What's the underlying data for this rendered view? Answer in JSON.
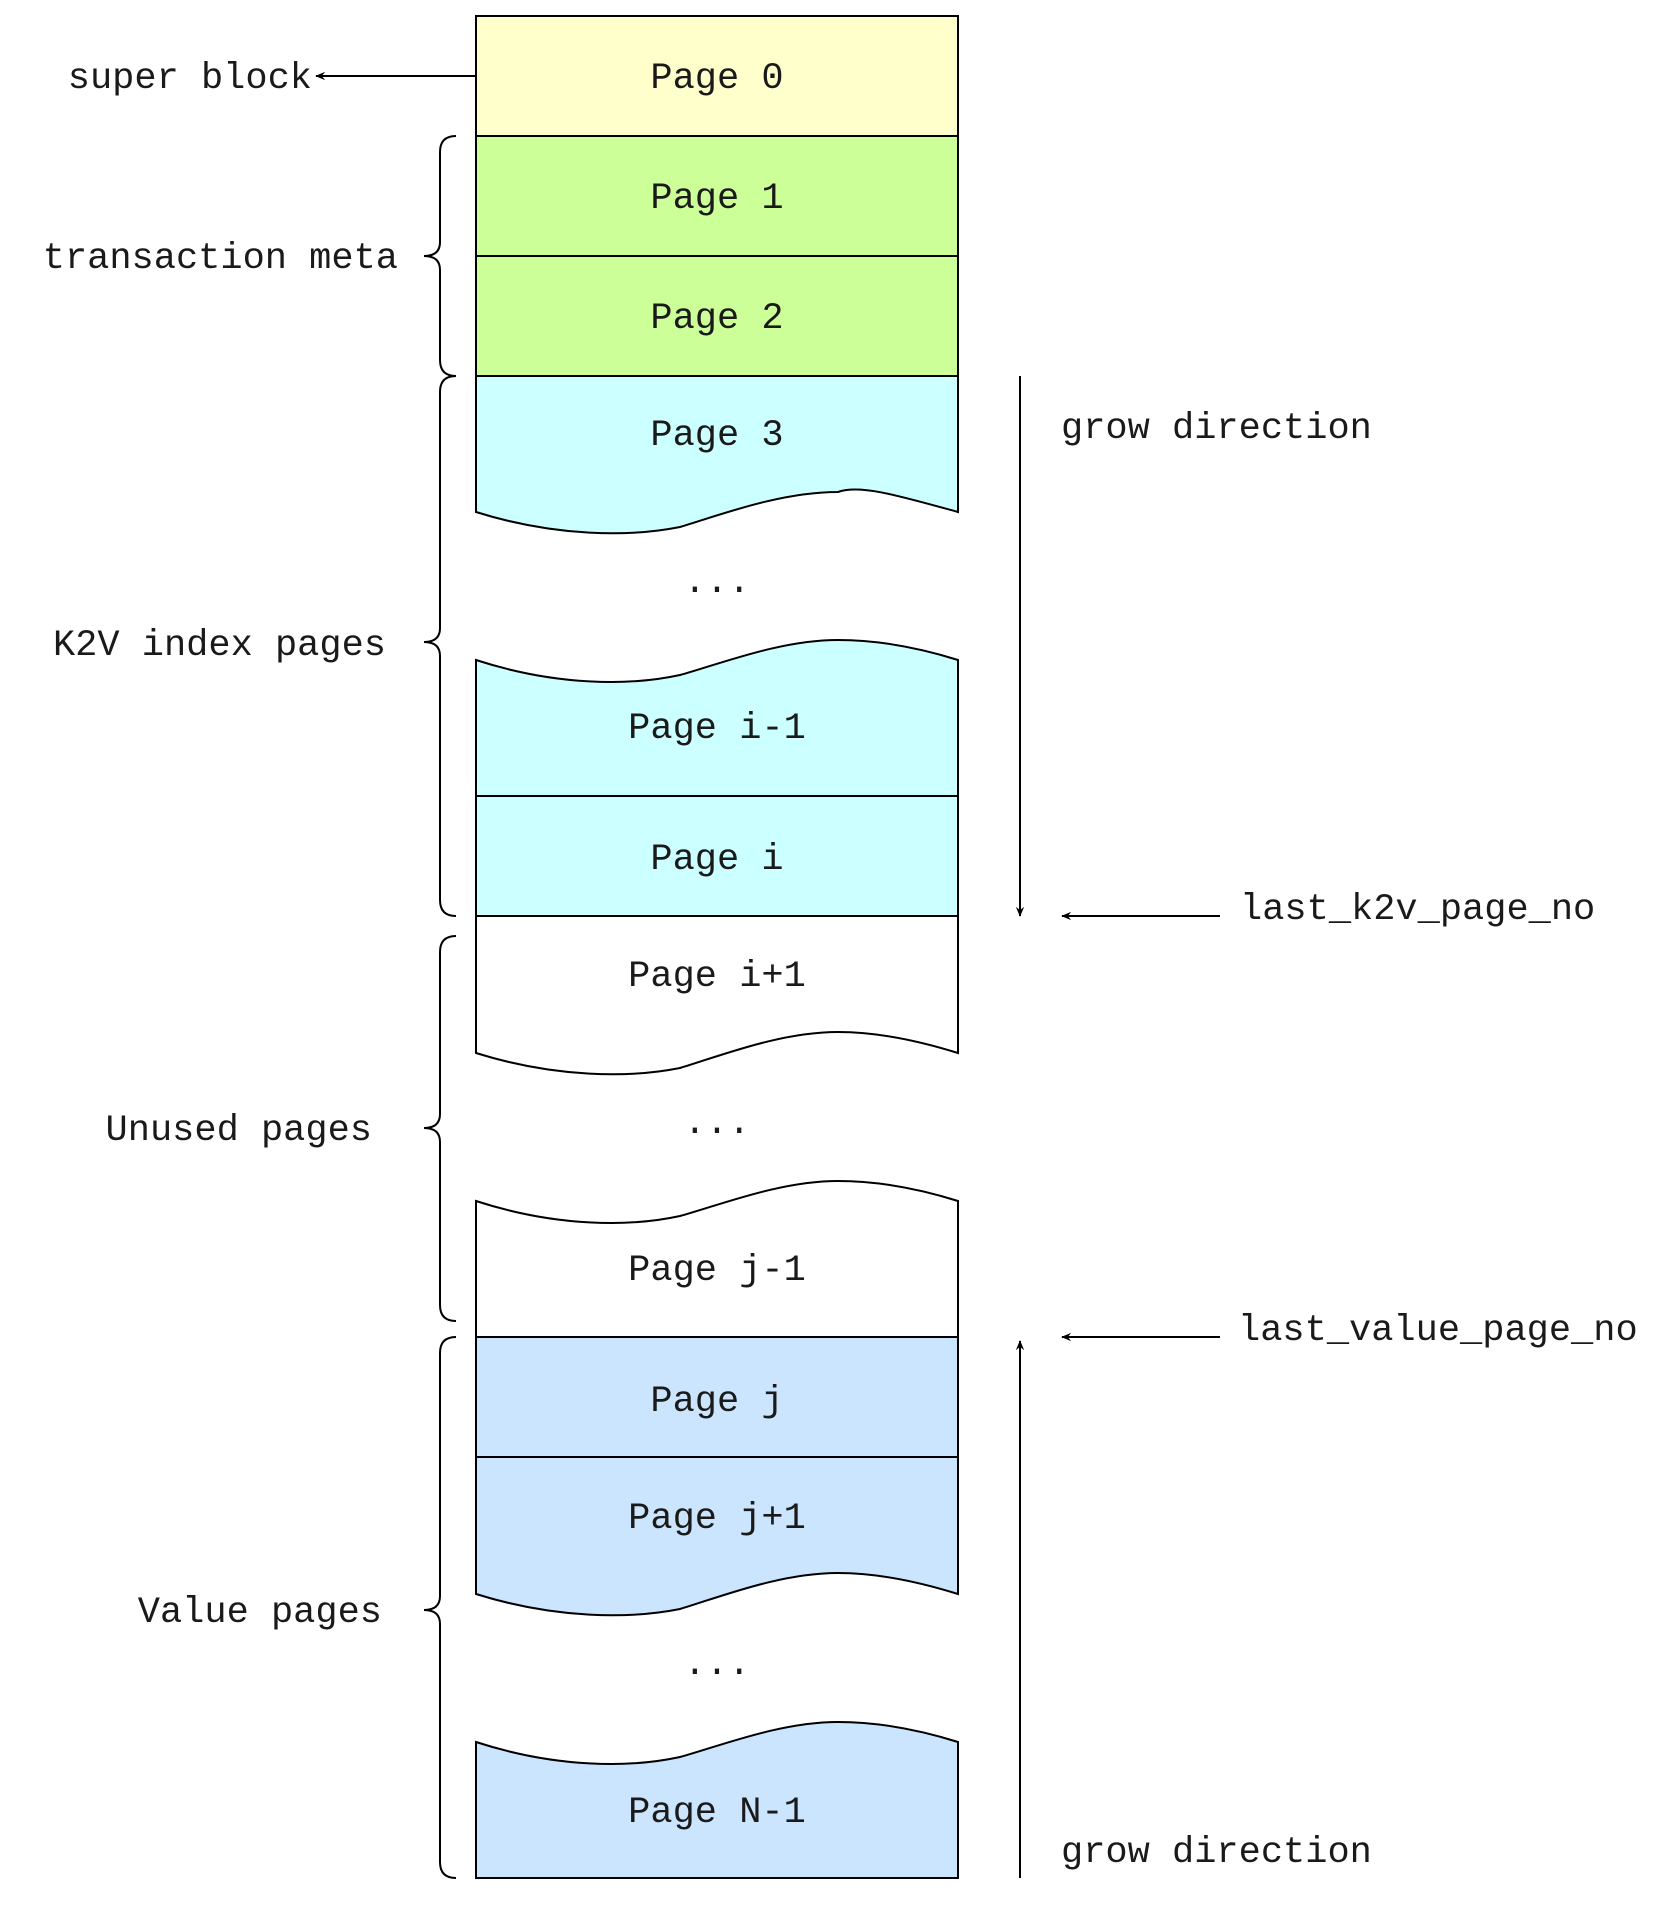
{
  "colors": {
    "super_block": "#ffffcc",
    "transaction_meta": "#cdff99",
    "k2v_index": "#ccffff",
    "unused": "#ffffff",
    "value": "#cce5ff",
    "line": "#000000"
  },
  "pages": {
    "p0": "Page 0",
    "p1": "Page 1",
    "p2": "Page 2",
    "p3": "Page 3",
    "pim1": "Page i-1",
    "pi": "Page i",
    "pip1": "Page i+1",
    "pjm1": "Page j-1",
    "pj": "Page j",
    "pjp1": "Page j+1",
    "pnm1": "Page N-1"
  },
  "ellipsis": "...",
  "regions": {
    "super_block": "super block",
    "transaction_meta": "transaction meta",
    "k2v_index": "K2V index pages",
    "unused": "Unused pages",
    "value": "Value pages"
  },
  "annotations": {
    "grow_direction_down": "grow direction",
    "grow_direction_up": "grow direction",
    "last_k2v_page_no": "last_k2v_page_no",
    "last_value_page_no": "last_value_page_no"
  }
}
